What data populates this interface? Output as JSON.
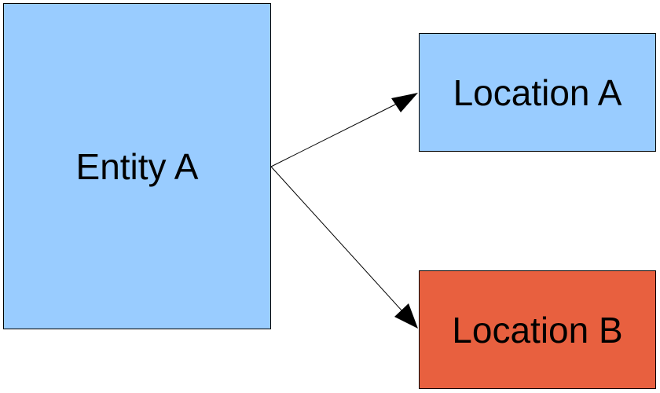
{
  "diagram": {
    "nodes": [
      {
        "id": "entity-a",
        "label": "Entity A",
        "color": "#99ccff"
      },
      {
        "id": "location-a",
        "label": "Location A",
        "color": "#99ccff"
      },
      {
        "id": "location-b",
        "label": "Location B",
        "color": "#e8603f"
      }
    ],
    "edges": [
      {
        "from": "entity-a",
        "to": "location-a"
      },
      {
        "from": "entity-a",
        "to": "location-b"
      }
    ],
    "line_color": "#000000"
  }
}
